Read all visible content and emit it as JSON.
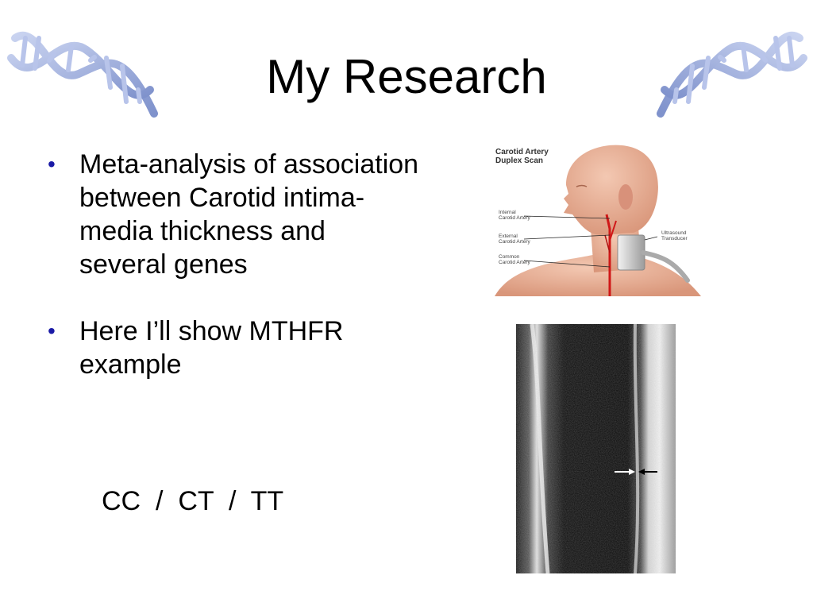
{
  "slide": {
    "title": "My Research",
    "bullets": [
      "Meta-analysis of association between Carotid intima-media thickness and several genes",
      "Here I’ll show MTHFR example"
    ],
    "genotypes": "CC  /  CT  /  TT"
  },
  "diagram": {
    "title_line1": "Carotid Artery",
    "title_line2": "Duplex Scan",
    "labels": {
      "internal_1": "Internal",
      "internal_2": "Carotid Artery",
      "external_1": "External",
      "external_2": "Carotid Artery",
      "common_1": "Common",
      "common_2": "Carotid Artery",
      "ultrasound_1": "Ultrasound",
      "ultrasound_2": "Transducer"
    }
  },
  "icons": {
    "bullet": "•",
    "dna_left": "dna-helix-icon",
    "dna_right": "dna-helix-icon"
  },
  "colors": {
    "bullet": "#1a1aa6",
    "dna": "#9aaad8",
    "skin": "#e9b39a",
    "artery": "#d01818"
  }
}
